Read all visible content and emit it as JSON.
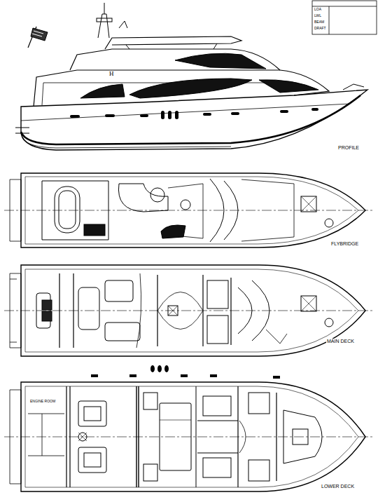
{
  "diagram": {
    "labels": [
      "PROFILE",
      "FLYBRIDGE",
      "MAIN DECK",
      "LOWER DECK",
      "ENGINE ROOM",
      "LOA",
      "LWL",
      "BEAM",
      "DRAFT"
    ]
  }
}
